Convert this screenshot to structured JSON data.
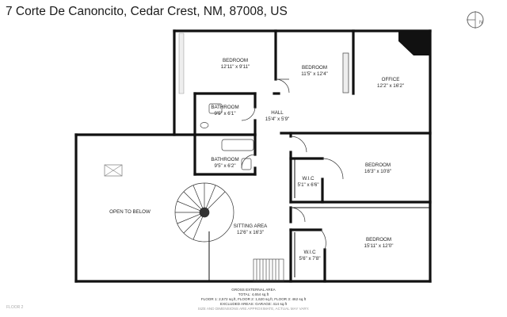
{
  "header": {
    "address": "7 Corte De Canoncito, Cedar Crest, NM, 87008, US"
  },
  "compass": {
    "north_letter": "N",
    "icon": "north-arrow-icon"
  },
  "rooms": [
    {
      "id": "bedroom-1",
      "name": "BEDROOM",
      "dims": "12'11\" x 9'11\""
    },
    {
      "id": "bedroom-2",
      "name": "BEDROOM",
      "dims": "11'5\" x 12'4\""
    },
    {
      "id": "office",
      "name": "OFFICE",
      "dims": "12'2\" x 16'2\""
    },
    {
      "id": "bathroom-1",
      "name": "BATHROOM",
      "dims": "9'5\" x 6'1\""
    },
    {
      "id": "hall",
      "name": "HALL",
      "dims": "15'4\" x 5'9\""
    },
    {
      "id": "bathroom-2",
      "name": "BATHROOM",
      "dims": "9'5\" x 6'2\""
    },
    {
      "id": "bedroom-3",
      "name": "BEDROOM",
      "dims": "16'3\" x 10'8\""
    },
    {
      "id": "wic-1",
      "name": "W.I.C",
      "dims": "5'1\" x 6'6\""
    },
    {
      "id": "open-to-below",
      "name": "OPEN TO BELOW",
      "dims": ""
    },
    {
      "id": "sitting-area",
      "name": "SITTING AREA",
      "dims": "12'6\" x 16'3\""
    },
    {
      "id": "bedroom-4",
      "name": "BEDROOM",
      "dims": "15'11\" x 12'0\""
    },
    {
      "id": "wic-2",
      "name": "W.I.C",
      "dims": "5'6\" x 7'8\""
    }
  ],
  "footer": {
    "line1": "GROSS EXTERNAL AREA",
    "line2": "TOTAL: 4,654 sq.ft",
    "line3": "FLOOR 1: 2,572 sq.ft, FLOOR 2: 1,620 sq.ft, FLOOR 3: 462 sq.ft",
    "line4": "EXCLUDED AREAS: GARAGE: 414 sq.ft",
    "line5": "SIZE AND DIMENSIONS ARE APPROXIMATE, ACTUAL MAY VARY."
  },
  "floor_label": "FLOOR 2",
  "colors": {
    "wall": "#111111",
    "background": "#ffffff",
    "label": "#222222",
    "muted": "#aaaaaa"
  }
}
